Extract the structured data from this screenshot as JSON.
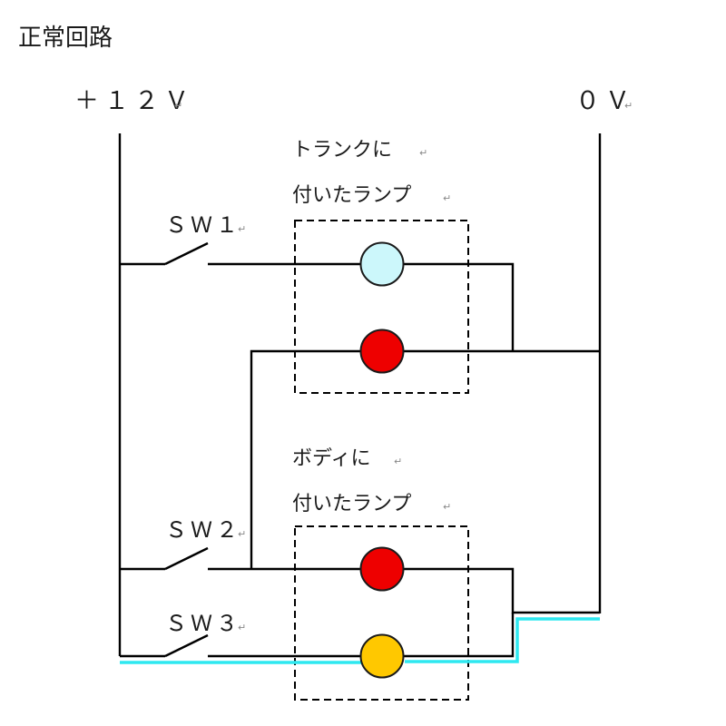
{
  "title": "正常回路",
  "supply": {
    "positive_label": "＋１２Ｖ",
    "ground_label": "０Ｖ"
  },
  "return_mark": "↵",
  "groups": [
    {
      "id": "trunk",
      "label_line1": "トランクに",
      "label_line2": "付いたランプ"
    },
    {
      "id": "body",
      "label_line1": "ボディに",
      "label_line2": "付いたランプ"
    }
  ],
  "switches": [
    {
      "id": "sw1",
      "label": "ＳＷ１",
      "state": "open"
    },
    {
      "id": "sw2",
      "label": "ＳＷ２",
      "state": "open"
    },
    {
      "id": "sw3",
      "label": "ＳＷ３",
      "state": "open"
    }
  ],
  "lamps": [
    {
      "id": "trunk-lamp-1",
      "group": "trunk",
      "color": "#ccf7fb"
    },
    {
      "id": "trunk-lamp-2",
      "group": "trunk",
      "color": "#ee0000"
    },
    {
      "id": "body-lamp-1",
      "group": "body",
      "color": "#ee0000"
    },
    {
      "id": "body-lamp-2",
      "group": "body",
      "color": "#ffc800"
    }
  ],
  "highlight_color": "#2ee8f0"
}
